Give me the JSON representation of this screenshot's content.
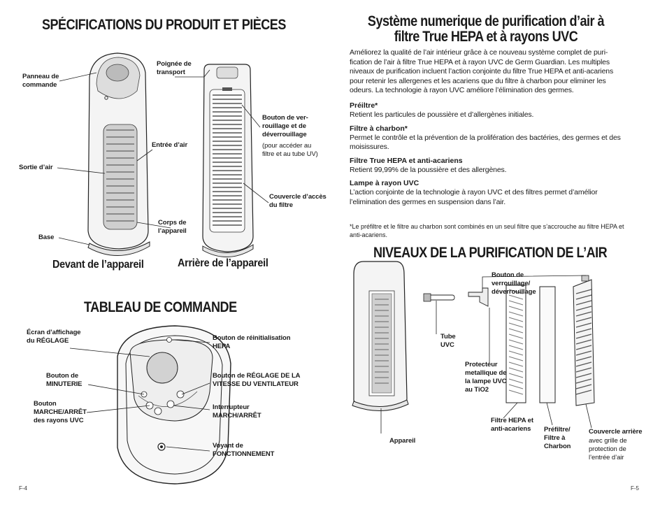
{
  "left": {
    "specs_title": "SPÉCIFICATIONS DU PRODUIT ET PIÈCES",
    "labels": {
      "panneau": "Panneau de commande",
      "poignee": "Poignée de transport",
      "bouton_verrou": "Bouton de ver- rouillage et de déverrouillage",
      "bouton_verrou_note": "(pour accéder au filtre et au tube UV)",
      "entree": "Entrée d’air",
      "sortie": "Sortie d’air",
      "couvercle": "Couvercle d’accès du filtre",
      "corps": "Corps de l’appareil",
      "base": "Base"
    },
    "front_caption": "Devant de l’appareil",
    "back_caption": "Arrière de l’appareil",
    "panel_title": "TABLEAU DE COMMANDE",
    "panel_labels": {
      "ecran": "Écran d’affichage du RÉGLAGE",
      "minuterie": "Bouton de MINUTERIE",
      "uvc": "Bouton MARCHE/ARRÊT des rayons UVC",
      "reinit": "Bouton de réinitialisation HEPA",
      "vitesse": "Bouton de RÉGLAGE DE LA VITESSE DU VENTILATEUR",
      "interrupteur": "Interrupteur MARCH/ARRÊT",
      "voyant": "Voyant de FONCTIONNEMENT"
    },
    "page_number": "F-4"
  },
  "right": {
    "system_title_line1": "Système numerique de purification d’air à",
    "system_title_line2": "filtre True HEPA et à rayons UVC",
    "intro": "Améliorez la qualité de l’air intérieur grâce à ce nouveau système complet de puri- fication de l’air à filtre True HEPA et à rayon UVC de Germ Guardian. Les multiples niveaux de purification incluent l’action conjointe du filtre True HEPA et anti-acariens pour retenir les allergenes et les acariens que du filtre à charbon pour eliminer les odeurs. La technologie à rayon UVC améliore l’élimination des germes.",
    "items": [
      {
        "heading": "Préiltre*",
        "text": "Retient les particules de poussière et d’allergènes initiales."
      },
      {
        "heading": "Filtre à charbon*",
        "text": "Permet le contrôle et la prévention de la prolifération des bactéries, des germes et des moisissures."
      },
      {
        "heading": "Filtre True HEPA et anti-acariens",
        "text": "Retient 99,99% de la poussière et des allergènes."
      },
      {
        "heading": "Lampe à rayon UVC",
        "text": "L’action conjointe de la technologie à rayon UVC et des filtres permet d’amélior l’elimination des germes en suspension dans l’air."
      }
    ],
    "footnote": "*Le préfiltre et le filtre au charbon sont combinés en un seul filtre que s’accrouche au filtre HEPA et anti-acariens.",
    "levels_title": "NIVEAUX DE LA PURIFICATION DE L’AIR",
    "labels": {
      "verrou": "Bouton de verrouillage/ déverrouillage",
      "tube": "Tube UVC",
      "protecteur": "Protecteur metallique de la lampe UVC au TiO2",
      "appareil": "Appareil",
      "filtre_hepa": "Filtre HEPA et anti-acariens",
      "prefiltre": "Préfiltre/ Filtre à Charbon",
      "couvercle_arriere": "Couvercle arrière",
      "couvercle_arriere_note": "avec grille de protection de l’entrée d’air"
    },
    "page_number": "F-5"
  }
}
